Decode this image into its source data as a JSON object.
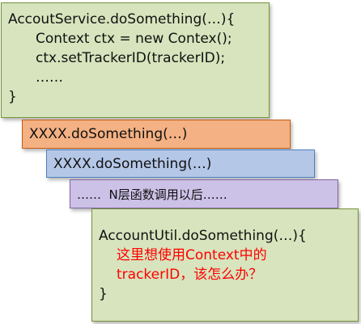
{
  "colors": {
    "box1_bg": "#d7e4bd",
    "box1_border": "#76923c",
    "box2_bg": "#f4b183",
    "box2_border": "#c55a11",
    "box3_bg": "#b4c7e7",
    "box3_border": "#4f81bd",
    "box4_bg": "#ccc1e6",
    "box4_border": "#8064a2",
    "box5_bg": "#d7e4bd",
    "box5_border": "#76923c",
    "highlight_text": "#ff0000"
  },
  "box1": {
    "lines": [
      "AccoutService.doSomething(…){",
      "Context ctx = new Contex();",
      "ctx.setTrackerID(trackerID);",
      "……",
      "}"
    ]
  },
  "box2": {
    "text": "XXXX.doSomething(…)"
  },
  "box3": {
    "text": "XXXX.doSomething(…)"
  },
  "box4": {
    "text": "……  N层函数调用以后……"
  },
  "box5": {
    "lines": [
      "AccountUtil.doSomething(…){",
      "这里想使用Context中的",
      "trackerID，该怎么办？",
      "}"
    ]
  }
}
